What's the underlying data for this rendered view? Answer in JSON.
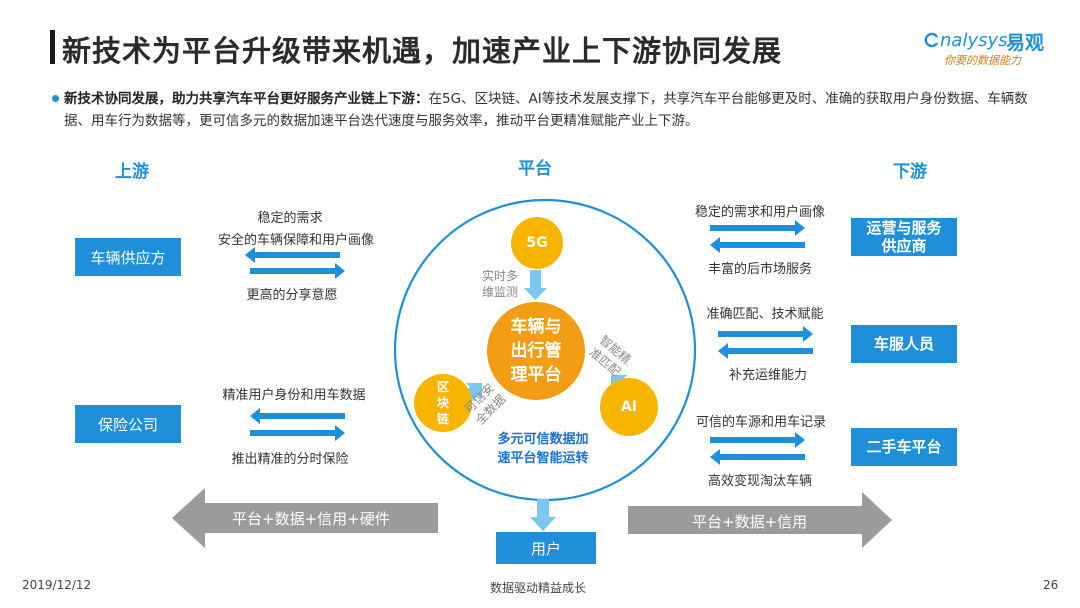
{
  "header": {
    "title": "新技术为平台升级带来机遇，加速产业上下游协同发展"
  },
  "logo": {
    "brand_en": "nalysys",
    "brand_cn": "易观",
    "tagline": "你要的数据能力"
  },
  "intro": {
    "bold": "新技术协同发展，助力共享汽车平台更好服务产业链上下游：",
    "text": "在5G、区块链、AI等技术发展支撑下，共享汽车平台能够更及时、准确的获取用户身份数据、车辆数据、用车行为数据等，更可信多元的数据加速平台迭代速度与服务效率，推动平台更精准赋能产业上下游。"
  },
  "columns": {
    "upstream": "上游",
    "platform": "平台",
    "downstream": "下游"
  },
  "upstream": {
    "boxes": [
      "车辆供应方",
      "保险公司"
    ],
    "flows": [
      {
        "top": [
          "稳定的需求",
          "安全的车辆保障和用户画像"
        ],
        "bottom": "更高的分享意愿"
      },
      {
        "top": [
          "精准用户身份和用车数据"
        ],
        "bottom": "推出精准的分时保险"
      }
    ]
  },
  "downstream": {
    "boxes": [
      "运营与服务\n供应商",
      "车服人员",
      "二手车平台"
    ],
    "flows": [
      {
        "top": "稳定的需求和用户画像",
        "bottom": "丰富的后市场服务"
      },
      {
        "top": "准确匹配、技术赋能",
        "bottom": "补充运维能力"
      },
      {
        "top": "可信的车源和用车记录",
        "bottom": "高效变现淘汰车辆"
      }
    ]
  },
  "platform": {
    "core": "车辆与\n出行管\n理平台",
    "nodes": {
      "g5": "5G",
      "ai": "AI",
      "chain": "区\n块\n链"
    },
    "links": {
      "g5": "实时多\n维监测",
      "ai": "智能精\n准匹配",
      "chain": "可信安\n全数据"
    },
    "ring_caption": "多元可信数据加\n速平台智能运转",
    "user_box": "用户"
  },
  "bottom_arrows": {
    "left": "平台+数据+信用+硬件",
    "right": "平台+数据+信用"
  },
  "footer": {
    "date": "2019/12/12",
    "slogan": "数据驱动精益成长",
    "page": "26"
  },
  "colors": {
    "accent": "#1e8fd8",
    "orange": "#f29d14",
    "yellow": "#f7b500",
    "gray_arrow": "#9b9b9b"
  }
}
